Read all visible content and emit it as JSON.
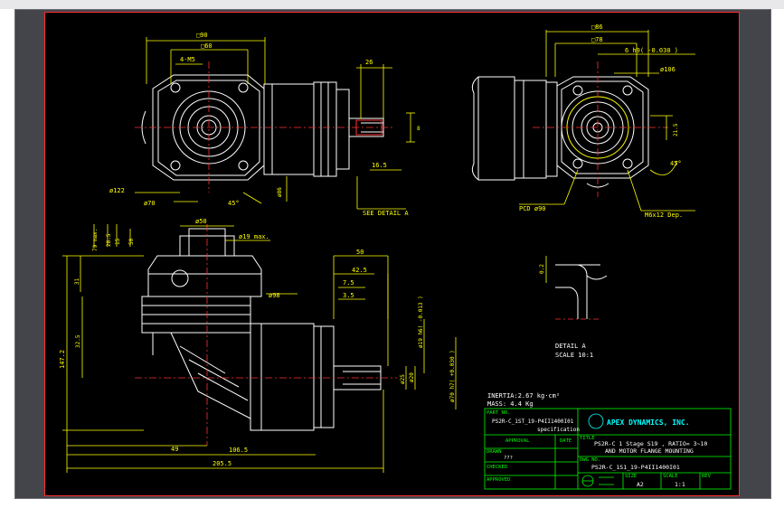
{
  "colors": {
    "background": "#000000",
    "outline": "#ffffff",
    "dimension": "#ffff00",
    "center_line": "#ff3030",
    "title_block": "#00ff00",
    "logo_text": "#00ffff",
    "frame": "#ff3030"
  },
  "top_left_view": {
    "dim_90": "□90",
    "dim_60": "□60",
    "dim_4m5": "4-M5",
    "dim_26": "26",
    "dim_dia86": "ø86",
    "dim_dia122": "ø122",
    "dim_dia70": "ø70",
    "dim_45": "45°",
    "dim_165": "16.5",
    "dim_8": "8",
    "see_detail": "SEE DETAIL A"
  },
  "top_right_view": {
    "dim_86": "□86",
    "dim_78": "□78",
    "dim_6h9": "6 h9( -0.030 )",
    "dim_dia106": "ø106",
    "dim_215": "21.5",
    "dim_45": "45°",
    "pcd": "PCD ø90",
    "m_bolt": "M6x12 Dep."
  },
  "bottom_view": {
    "dim_dia50": "ø50",
    "dim_dia19": "ø19 max.",
    "dim_79": "79 max.",
    "dim_285": "28.5",
    "dim_15": "15",
    "dim_50": "50",
    "dim_31": "31",
    "dim_1472": "147.2",
    "dim_325": "32.5",
    "dim_dia98": "ø98",
    "dim_50b": "50",
    "dim_425": "42.5",
    "dim_75": "7.5",
    "dim_35": "3.5",
    "dim_dia19h6": "ø19 h6( -0.013 )",
    "dim_dia25": "ø25",
    "dim_dia20": "ø20",
    "dim_dia70h7": "ø70 h7( +0.030 )",
    "dim_49": "49",
    "dim_1065": "106.5",
    "dim_2055": "205.5"
  },
  "detail_a": {
    "dim_02": "0.2",
    "label_1": "DETAIL A",
    "label_2": "SCALE 10:1"
  },
  "notes": {
    "inertia": "INERTIA:2.67 kg·cm²",
    "mass": "MASS: 4.4 Kg"
  },
  "title_block": {
    "part_no_label": "PART NO.",
    "part_no": "PS2R-C_1ST_19-P4II1400I01",
    "part_no_sub": "specification",
    "approval_label": "APPROVAL",
    "date_label": "DATE",
    "drawn_label": "DRAWN",
    "drawn_value": "???",
    "checked_label": "CHECKED",
    "approved_label": "APPROVED",
    "company": "APEX DYNAMICS, INC.",
    "title_label": "TITLE",
    "title_line1": "PS2R-C 1 Stage S19 , RATIO= 3~10",
    "title_line2": "AND MOTOR FLANGE MOUNTING",
    "dwg_no_label": "DWG NO.",
    "dwg_no": "PS2R-C_1S1_19-P4II1400I01",
    "size_label": "SIZE",
    "size_value": "A2",
    "scale_label": "SCALE",
    "scale_value": "1:1",
    "rev_label": "REV"
  }
}
